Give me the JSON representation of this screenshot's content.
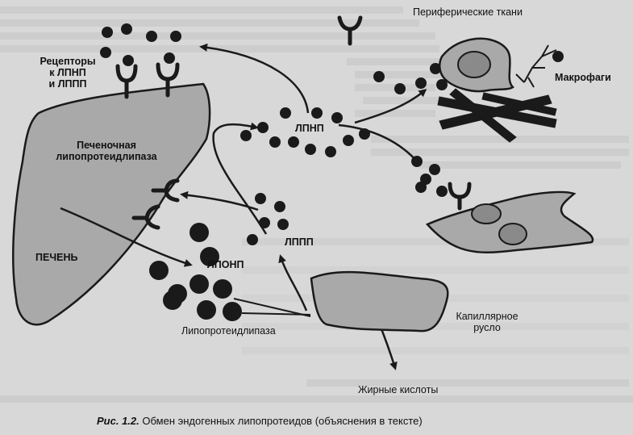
{
  "labels": {
    "peripheral_tissues": "Периферические ткани",
    "receptors_line1": "Рецепторы",
    "receptors_line2": "к ЛПНП",
    "receptors_line3": "и ЛППП",
    "macrophages": "Макрофаги",
    "hepatic_lipase_line1": "Печеночная",
    "hepatic_lipase_line2": "липопротеидлипаза",
    "ldl": "ЛПНП",
    "idl": "ЛППП",
    "vldl": "ЛПОНП",
    "liver": "ПЕЧЕНЬ",
    "lipoprotein_lipase": "Липопротеидлипаза",
    "capillary_line1": "Капиллярное",
    "capillary_line2": "русло",
    "fatty_acids": "Жирные кислоты"
  },
  "caption": {
    "figure_number": "Рис. 1.2.",
    "text": "Обмен эндогенных липопротеидов (объяснения в тексте)"
  },
  "colors": {
    "background": "#d8d8d8",
    "organ_fill": "#a9a9a9",
    "ink": "#1a1a1a"
  }
}
